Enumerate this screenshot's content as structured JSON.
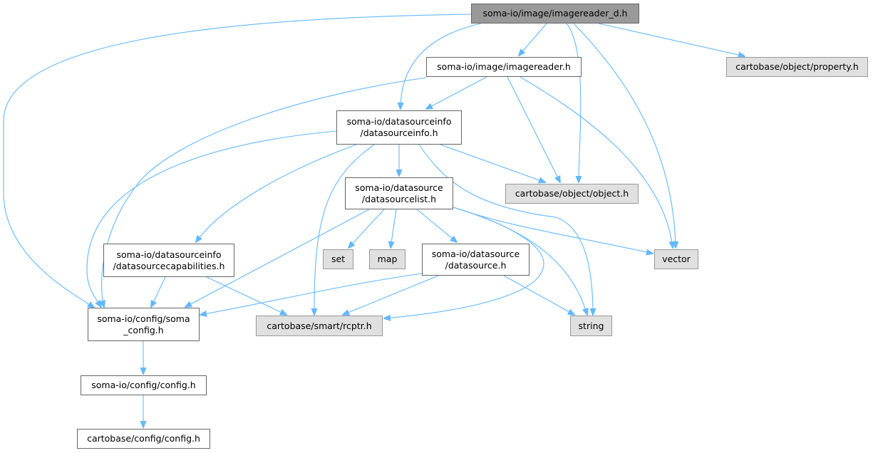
{
  "colors": {
    "edge": "#63b8ff",
    "root_fill": "#999999",
    "external_fill": "#e0e0e0"
  },
  "nodes": {
    "root": {
      "lines": [
        "soma-io/image/imagereader_d.h"
      ]
    },
    "property": {
      "lines": [
        "cartobase/object/property.h"
      ]
    },
    "imagereader": {
      "lines": [
        "soma-io/image/imagereader.h"
      ]
    },
    "datasourceinfo": {
      "lines": [
        "soma-io/datasourceinfo",
        "/datasourceinfo.h"
      ]
    },
    "object": {
      "lines": [
        "cartobase/object/object.h"
      ]
    },
    "datasourcelist": {
      "lines": [
        "soma-io/datasource",
        "/datasourcelist.h"
      ]
    },
    "vector": {
      "lines": [
        "vector"
      ]
    },
    "capabilities": {
      "lines": [
        "soma-io/datasourceinfo",
        "/datasourcecapabilities.h"
      ]
    },
    "set": {
      "lines": [
        "set"
      ]
    },
    "map": {
      "lines": [
        "map"
      ]
    },
    "datasource": {
      "lines": [
        "soma-io/datasource",
        "/datasource.h"
      ]
    },
    "soma_config": {
      "lines": [
        "soma-io/config/soma",
        "_config.h"
      ]
    },
    "rcptr": {
      "lines": [
        "cartobase/smart/rcptr.h"
      ]
    },
    "string": {
      "lines": [
        "string"
      ]
    },
    "config": {
      "lines": [
        "soma-io/config/config.h"
      ]
    },
    "carto_config": {
      "lines": [
        "cartobase/config/config.h"
      ]
    }
  }
}
